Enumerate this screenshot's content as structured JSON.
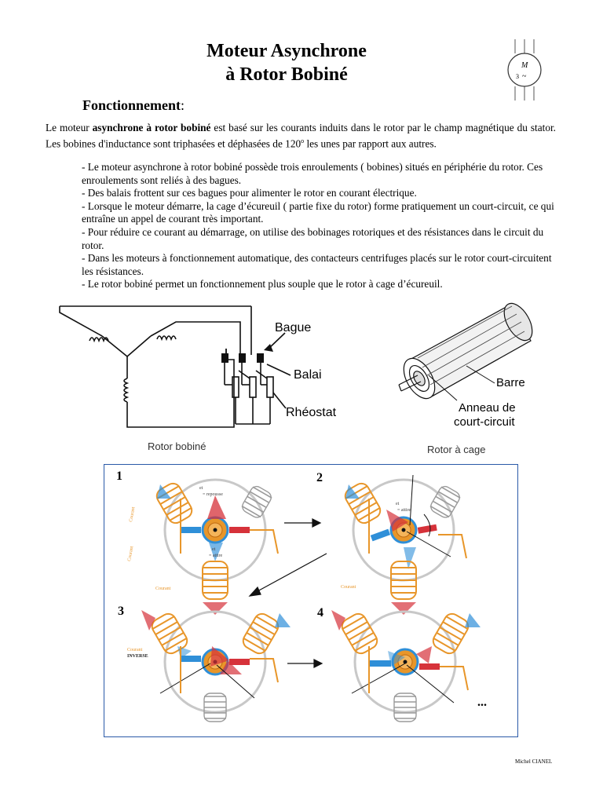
{
  "title": {
    "line1": "Moteur Asynchrone",
    "line2": "à Rotor Bobiné"
  },
  "section": {
    "heading": "Fonctionnement",
    "colon": ":"
  },
  "intro": {
    "before": " Le moteur ",
    "bold": "asynchrone à rotor bobiné",
    "after": " est basé sur les courants induits dans le rotor par le champ magnétique du stator. Les bobines d'inductance sont triphasées et déphasées de 120",
    "degree": "o",
    "end": " les unes par rapport aux autres."
  },
  "bullets": [
    "-  Le  moteur asynchrone à rotor bobiné  possède trois enroulements ( bobines)  situés en périphérie du rotor. Ces enroulements sont reliés à des bagues.",
    " -  Des balais frottent sur ces bagues pour alimenter le rotor en courant électrique.",
    " -  Lorsque  le moteur démarre,  la cage d’écureuil  ( partie fixe du rotor)  forme pratiquement un court-circuit, ce qui entraîne un appel de courant très important.",
    " - Pour  réduire ce courant au démarrage,  on utilise des bobinages rotoriques et  des résistances dans le circuit du rotor.",
    " - Dans les moteurs à fonctionnement automatique, des contacteurs centrifuges placés sur le rotor court-circuitent les résistances.",
    " - Le rotor bobiné permet un fonctionnement plus souple que le rotor à cage d’écureuil."
  ],
  "symbol": {
    "m": "M",
    "three": "3",
    "tilde": "~"
  },
  "diagram_left": {
    "label_bague": "Bague",
    "label_balai": "Balai",
    "label_rheostat": "Rhéostat",
    "caption": "Rotor bobiné"
  },
  "diagram_right": {
    "label_barre": "Barre",
    "label_anneau_1": "Anneau de",
    "label_anneau_2": "court-circuit",
    "caption": "Rotor à cage"
  },
  "steps": {
    "n1": "1",
    "n2": "2",
    "n3": "3",
    "n4": "4",
    "ellipsis": "...",
    "courant": "Courant",
    "courant_inverse_1": "Courant",
    "courant_inverse_2": "INVERSE",
    "et": "et",
    "repousse": "= repousse",
    "attire": "= attire"
  },
  "footer": "Michel CIANEL",
  "colors": {
    "coil": "#e8962a",
    "red": "#d6323a",
    "blue": "#2f8fd8",
    "frame": "#2a5aa8",
    "grey": "#b8b8b8"
  }
}
